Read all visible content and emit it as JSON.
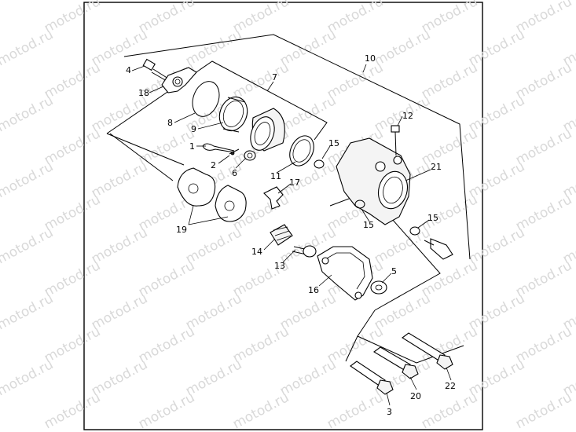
{
  "watermark": {
    "text": "motod.ru",
    "color": "#d9d9d9"
  },
  "callouts": [
    {
      "id": "c4",
      "text": "4"
    },
    {
      "id": "c18",
      "text": "18"
    },
    {
      "id": "c8",
      "text": "8"
    },
    {
      "id": "c9",
      "text": "9"
    },
    {
      "id": "c7",
      "text": "7"
    },
    {
      "id": "c10",
      "text": "10"
    },
    {
      "id": "c1",
      "text": "1"
    },
    {
      "id": "c2",
      "text": "2"
    },
    {
      "id": "c6",
      "text": "6"
    },
    {
      "id": "c11",
      "text": "11"
    },
    {
      "id": "c15a",
      "text": "15"
    },
    {
      "id": "c12",
      "text": "12"
    },
    {
      "id": "c21",
      "text": "21"
    },
    {
      "id": "c17",
      "text": "17"
    },
    {
      "id": "c15b",
      "text": "15"
    },
    {
      "id": "c15c",
      "text": "15"
    },
    {
      "id": "c19",
      "text": "19"
    },
    {
      "id": "c14",
      "text": "14"
    },
    {
      "id": "c13",
      "text": "13"
    },
    {
      "id": "c16",
      "text": "16"
    },
    {
      "id": "c5",
      "text": "5"
    },
    {
      "id": "c20",
      "text": "20"
    },
    {
      "id": "c22",
      "text": "22"
    },
    {
      "id": "c3",
      "text": "3"
    }
  ]
}
